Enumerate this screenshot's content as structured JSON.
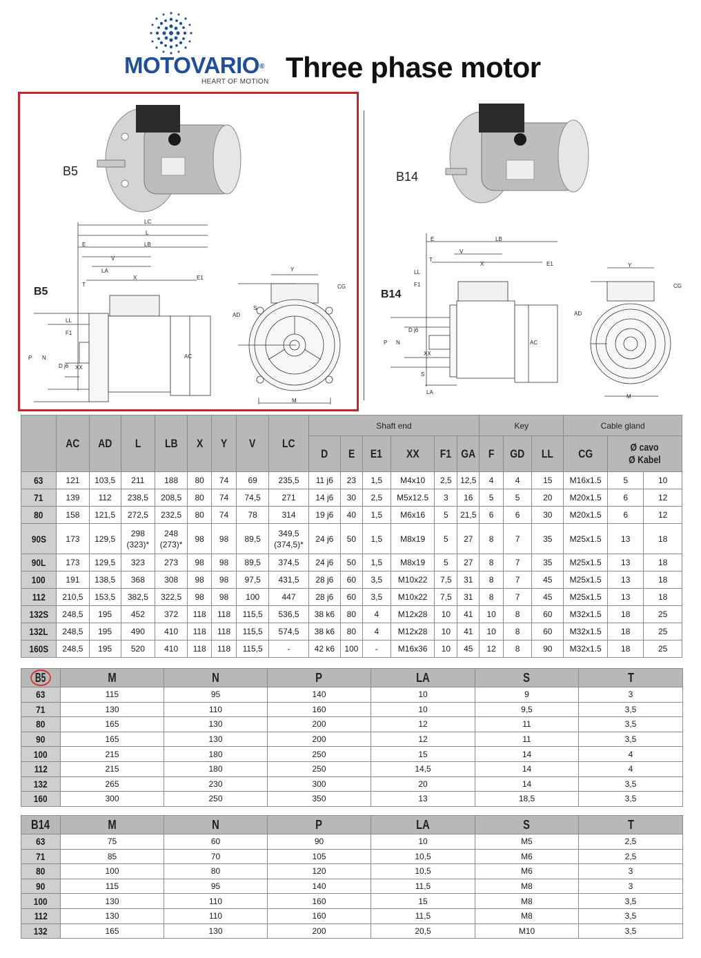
{
  "header": {
    "brand": "MOTOVARIO",
    "brand_mark": "®",
    "tagline": "HEART OF MOTION",
    "title": "Three phase motor"
  },
  "figures": {
    "b5": {
      "photo_label": "B5",
      "drawing_label": "B5",
      "dims": [
        "LC",
        "L",
        "E",
        "LB",
        "V",
        "LA",
        "X",
        "E1",
        "T",
        "LL",
        "F1",
        "P",
        "N",
        "D j6",
        "XX",
        "AC",
        "Y",
        "CG",
        "S",
        "AD",
        "M"
      ]
    },
    "b14": {
      "photo_label": "B14",
      "drawing_label": "B14",
      "dims": [
        "E",
        "LB",
        "V",
        "T",
        "X",
        "E1",
        "LL",
        "F1",
        "D j6",
        "P",
        "N",
        "XX",
        "S",
        "LA",
        "AC",
        "Y",
        "CG",
        "AD",
        "M"
      ]
    }
  },
  "main_table": {
    "groups": {
      "shaft_end": "Shaft end",
      "key": "Key",
      "cable_gland": "Cable gland"
    },
    "columns": [
      "AC",
      "AD",
      "L",
      "LB",
      "X",
      "Y",
      "V",
      "LC",
      "D",
      "E",
      "E1",
      "XX",
      "F1",
      "GA",
      "F",
      "GD",
      "LL",
      "CG"
    ],
    "cavo_header": {
      "line1": "Ø cavo",
      "line2": "Ø Kabel"
    },
    "rows": [
      {
        "size": "63",
        "cells": [
          "121",
          "103,5",
          "211",
          "188",
          "80",
          "74",
          "69",
          "235,5",
          "11 j6",
          "23",
          "1,5",
          "M4x10",
          "2,5",
          "12,5",
          "4",
          "4",
          "15",
          "M16x1.5",
          "5",
          "10"
        ]
      },
      {
        "size": "71",
        "cells": [
          "139",
          "112",
          "238,5",
          "208,5",
          "80",
          "74",
          "74,5",
          "271",
          "14 j6",
          "30",
          "2,5",
          "M5x12.5",
          "3",
          "16",
          "5",
          "5",
          "20",
          "M20x1.5",
          "6",
          "12"
        ]
      },
      {
        "size": "80",
        "cells": [
          "158",
          "121,5",
          "272,5",
          "232,5",
          "80",
          "74",
          "78",
          "314",
          "19 j6",
          "40",
          "1,5",
          "M6x16",
          "5",
          "21,5",
          "6",
          "6",
          "30",
          "M20x1.5",
          "6",
          "12"
        ]
      },
      {
        "size": "90S",
        "cells": [
          "173",
          "129,5",
          "298",
          "248",
          "98",
          "98",
          "89,5",
          "349,5",
          "24 j6",
          "50",
          "1,5",
          "M8x19",
          "5",
          "27",
          "8",
          "7",
          "35",
          "M25x1.5",
          "13",
          "18"
        ],
        "sub": {
          "L": "(323)*",
          "LB": "(273)*",
          "LC": "(374,5)*"
        }
      },
      {
        "size": "90L",
        "cells": [
          "173",
          "129,5",
          "323",
          "273",
          "98",
          "98",
          "89,5",
          "374,5",
          "24 j6",
          "50",
          "1,5",
          "M8x19",
          "5",
          "27",
          "8",
          "7",
          "35",
          "M25x1.5",
          "13",
          "18"
        ]
      },
      {
        "size": "100",
        "cells": [
          "191",
          "138,5",
          "368",
          "308",
          "98",
          "98",
          "97,5",
          "431,5",
          "28 j6",
          "60",
          "3,5",
          "M10x22",
          "7,5",
          "31",
          "8",
          "7",
          "45",
          "M25x1.5",
          "13",
          "18"
        ]
      },
      {
        "size": "112",
        "cells": [
          "210,5",
          "153,5",
          "382,5",
          "322,5",
          "98",
          "98",
          "100",
          "447",
          "28 j6",
          "60",
          "3,5",
          "M10x22",
          "7,5",
          "31",
          "8",
          "7",
          "45",
          "M25x1.5",
          "13",
          "18"
        ]
      },
      {
        "size": "132S",
        "cells": [
          "248,5",
          "195",
          "452",
          "372",
          "118",
          "118",
          "115,5",
          "536,5",
          "38 k6",
          "80",
          "4",
          "M12x28",
          "10",
          "41",
          "10",
          "8",
          "60",
          "M32x1.5",
          "18",
          "25"
        ]
      },
      {
        "size": "132L",
        "cells": [
          "248,5",
          "195",
          "490",
          "410",
          "118",
          "118",
          "115,5",
          "574,5",
          "38 k6",
          "80",
          "4",
          "M12x28",
          "10",
          "41",
          "10",
          "8",
          "60",
          "M32x1.5",
          "18",
          "25"
        ]
      },
      {
        "size": "160S",
        "cells": [
          "248,5",
          "195",
          "520",
          "410",
          "118",
          "118",
          "115,5",
          "-",
          "42 k6",
          "100",
          "-",
          "M16x36",
          "10",
          "45",
          "12",
          "8",
          "90",
          "M32x1.5",
          "18",
          "25"
        ]
      }
    ]
  },
  "b5_table": {
    "label": "B5",
    "columns": [
      "M",
      "N",
      "P",
      "LA",
      "S",
      "T"
    ],
    "rows": [
      {
        "size": "63",
        "cells": [
          "115",
          "95",
          "140",
          "10",
          "9",
          "3"
        ]
      },
      {
        "size": "71",
        "cells": [
          "130",
          "110",
          "160",
          "10",
          "9,5",
          "3,5"
        ]
      },
      {
        "size": "80",
        "cells": [
          "165",
          "130",
          "200",
          "12",
          "11",
          "3,5"
        ]
      },
      {
        "size": "90",
        "cells": [
          "165",
          "130",
          "200",
          "12",
          "11",
          "3,5"
        ]
      },
      {
        "size": "100",
        "cells": [
          "215",
          "180",
          "250",
          "15",
          "14",
          "4"
        ]
      },
      {
        "size": "112",
        "cells": [
          "215",
          "180",
          "250",
          "14,5",
          "14",
          "4"
        ]
      },
      {
        "size": "132",
        "cells": [
          "265",
          "230",
          "300",
          "20",
          "14",
          "3,5"
        ]
      },
      {
        "size": "160",
        "cells": [
          "300",
          "250",
          "350",
          "13",
          "18,5",
          "3,5"
        ]
      }
    ]
  },
  "b14_table": {
    "label": "B14",
    "columns": [
      "M",
      "N",
      "P",
      "LA",
      "S",
      "T"
    ],
    "rows": [
      {
        "size": "63",
        "cells": [
          "75",
          "60",
          "90",
          "10",
          "M5",
          "2,5"
        ]
      },
      {
        "size": "71",
        "cells": [
          "85",
          "70",
          "105",
          "10,5",
          "M6",
          "2,5"
        ]
      },
      {
        "size": "80",
        "cells": [
          "100",
          "80",
          "120",
          "10,5",
          "M6",
          "3"
        ]
      },
      {
        "size": "90",
        "cells": [
          "115",
          "95",
          "140",
          "11,5",
          "M8",
          "3"
        ]
      },
      {
        "size": "100",
        "cells": [
          "130",
          "110",
          "160",
          "15",
          "M8",
          "3,5"
        ]
      },
      {
        "size": "112",
        "cells": [
          "130",
          "110",
          "160",
          "11,5",
          "M8",
          "3,5"
        ]
      },
      {
        "size": "132",
        "cells": [
          "165",
          "130",
          "200",
          "20,5",
          "M10",
          "3,5"
        ]
      }
    ]
  },
  "colors": {
    "brand": "#1f4f9a",
    "highlight": "#c8232c",
    "header_bg": "#b8b8b8",
    "size_bg": "#cfcfcf"
  }
}
